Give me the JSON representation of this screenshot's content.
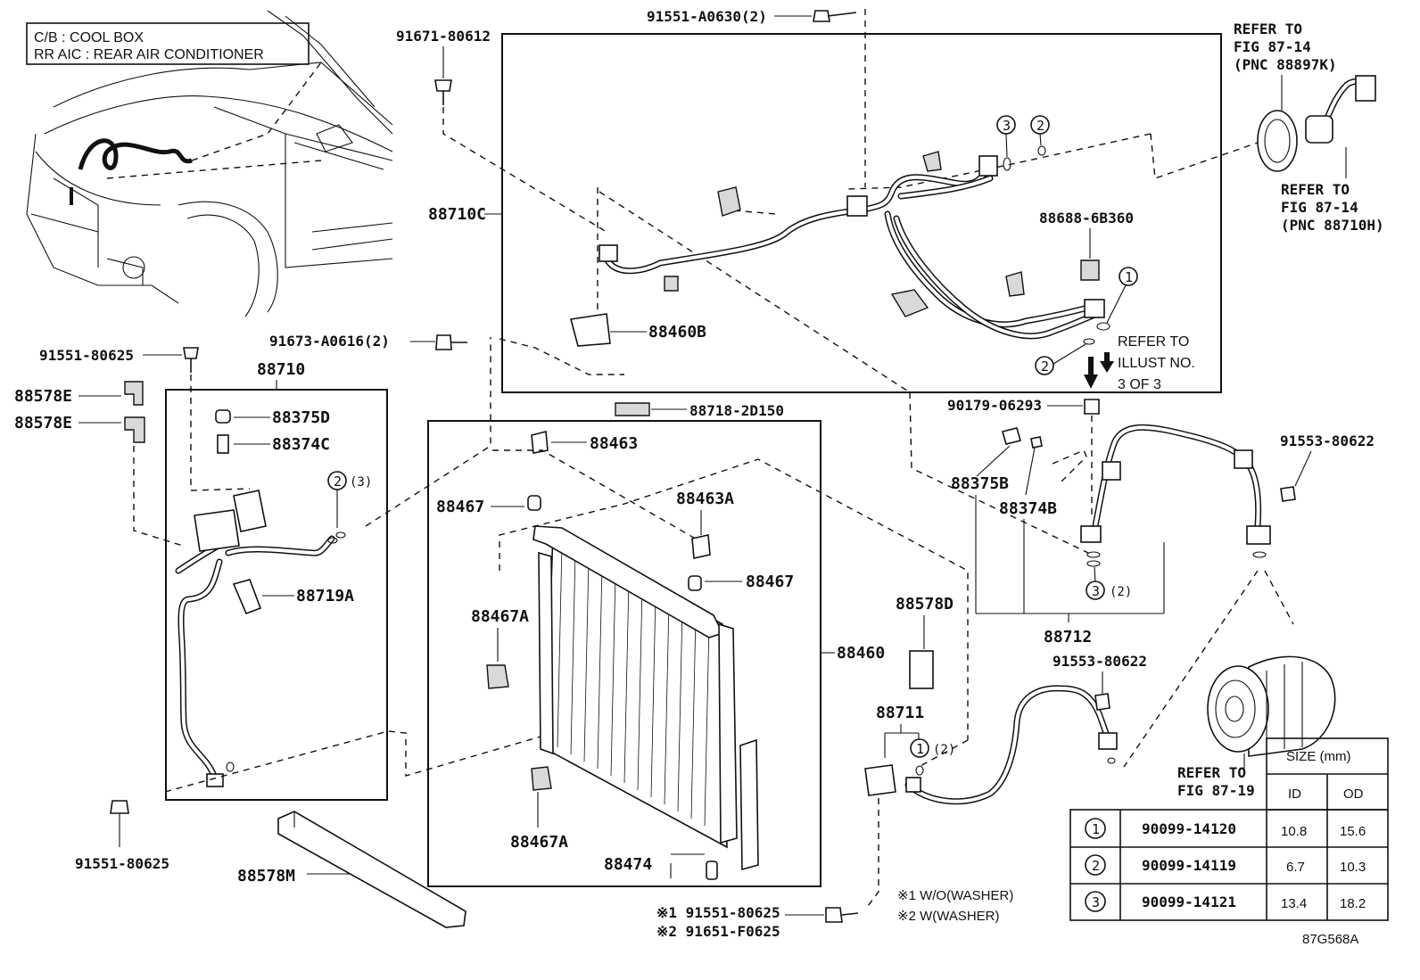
{
  "legend": {
    "line1": "C/B  :  COOL BOX",
    "line2": "RR AIC  :  REAR AIR CONDITIONER"
  },
  "refs": {
    "ref_87_14_k_line1": "REFER TO",
    "ref_87_14_k_line2": "FIG 87-14",
    "ref_87_14_k_line3": "(PNC 88897K)",
    "ref_87_14_h_line1": "REFER TO",
    "ref_87_14_h_line2": "FIG 87-14",
    "ref_87_14_h_line3": "(PNC 88710H)",
    "ref_illust_line1": "REFER TO",
    "ref_illust_line2": "ILLUST NO.",
    "ref_illust_line3": "3 OF 3",
    "ref_87_19_line1": "REFER TO",
    "ref_87_19_line2": "FIG 87-19"
  },
  "parts": {
    "p_91551_A0630": "91551-A0630(2)",
    "p_91671_80612": "91671-80612",
    "p_88710C": "88710C",
    "p_88688_6B360": "88688-6B360",
    "p_88460B": "88460B",
    "p_91673_A0616": "91673-A0616(2)",
    "p_91551_80625_top": "91551-80625",
    "p_88710": "88710",
    "p_88578E_1": "88578E",
    "p_88578E_2": "88578E",
    "p_88375D": "88375D",
    "p_88374C": "88374C",
    "p_88719A": "88719A",
    "p_91551_80625_bottom": "91551-80625",
    "p_88578M": "88578M",
    "p_88718_2D150": "88718-2D150",
    "p_88463": "88463",
    "p_88467_top": "88467",
    "p_88463A": "88463A",
    "p_88467_mid": "88467",
    "p_88467A_top": "88467A",
    "p_88467A_bottom": "88467A",
    "p_88474": "88474",
    "p_88460": "88460",
    "p_90179_06293": "90179-06293",
    "p_88375B": "88375B",
    "p_88374B": "88374B",
    "p_91553_80622_top": "91553-80622",
    "p_88712": "88712",
    "p_88578D": "88578D",
    "p_91553_80622_mid": "91553-80622",
    "p_88711": "88711",
    "p_note_1_part": "※1 91551-80625",
    "p_note_2_part": "※2 91651-F0625"
  },
  "markers": {
    "m_1": "1",
    "m_2": "2",
    "m_3": "3",
    "qty_2": "(2)",
    "qty_3": "(3)"
  },
  "notes": {
    "washer_1": "※1 W/O(WASHER)",
    "washer_2": "※2 W(WASHER)"
  },
  "size_table": {
    "title": "SIZE (mm)",
    "col_id": "ID",
    "col_od": "OD",
    "rows": [
      {
        "key": "1",
        "part": "90099-14120",
        "id": "10.8",
        "od": "15.6"
      },
      {
        "key": "2",
        "part": "90099-14119",
        "id": "6.7",
        "od": "10.3"
      },
      {
        "key": "3",
        "part": "90099-14121",
        "id": "13.4",
        "od": "18.2"
      }
    ]
  },
  "figure_code": "87G568A"
}
